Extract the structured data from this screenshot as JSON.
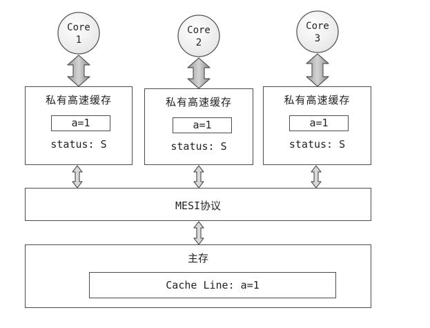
{
  "cores": [
    {
      "label": "Core",
      "number": "1"
    },
    {
      "label": "Core",
      "number": "2"
    },
    {
      "label": "Core",
      "number": "3"
    }
  ],
  "caches": [
    {
      "title": "私有高速缓存",
      "value": "a=1",
      "status": "status: S"
    },
    {
      "title": "私有高速缓存",
      "value": "a=1",
      "status": "status: S"
    },
    {
      "title": "私有高速缓存",
      "value": "a=1",
      "status": "status: S"
    }
  ],
  "protocol": {
    "label": "MESI协议"
  },
  "main_memory": {
    "title": "主存",
    "cache_line": "Cache Line: a=1"
  }
}
